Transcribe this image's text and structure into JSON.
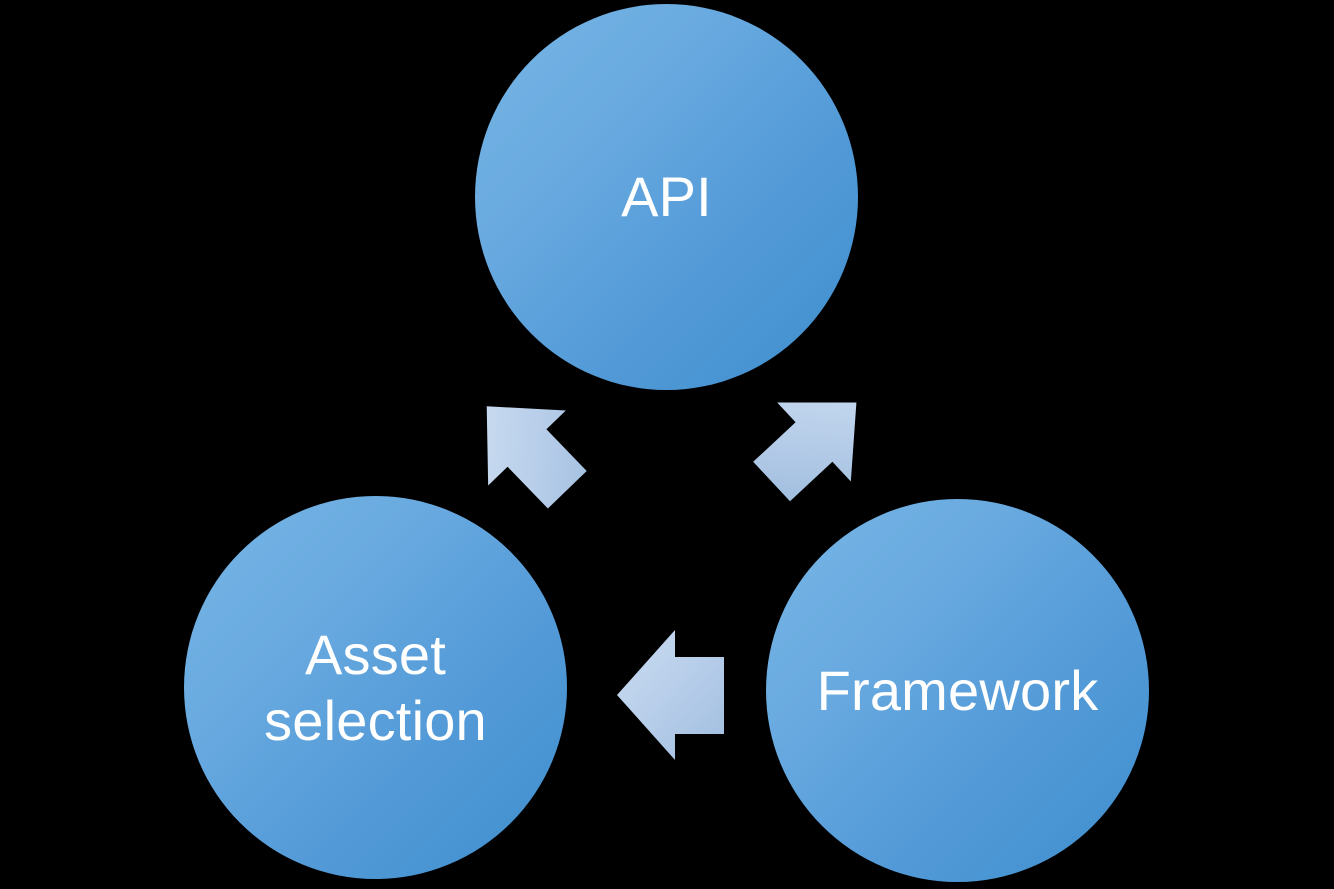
{
  "diagram": {
    "title": "API / Framework / Asset selection cycle",
    "type": "cycle-diagram",
    "background_color": "#000000",
    "node_fill_start": "#76B5E4",
    "node_fill_end": "#3E8ECE",
    "node_text_color": "#FFFFFF",
    "arrow_fill_start": "#C7DAEF",
    "arrow_fill_end": "#A6C3E1",
    "nodes": [
      {
        "id": "api",
        "label": "API",
        "position": "top"
      },
      {
        "id": "framework",
        "label": "Framework",
        "position": "bottom-right"
      },
      {
        "id": "asset",
        "label": "Asset\nselection",
        "position": "bottom-left"
      }
    ],
    "arrows": [
      {
        "id": "api-to-framework",
        "from": "API",
        "to": "Framework",
        "direction": "down-right"
      },
      {
        "id": "framework-to-asset",
        "from": "Framework",
        "to": "Asset selection",
        "direction": "left"
      },
      {
        "id": "asset-to-api",
        "from": "Asset selection",
        "to": "API",
        "direction": "up-right"
      }
    ]
  }
}
